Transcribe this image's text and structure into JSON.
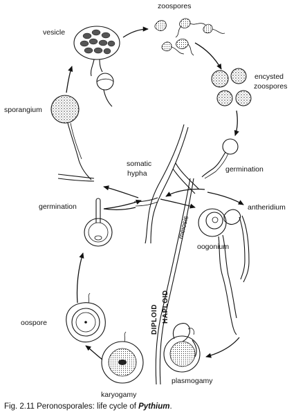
{
  "diagram": {
    "labels": {
      "zoospores": "zoospores",
      "vesicle": "vesicle",
      "encysted_line1": "encysted",
      "encysted_line2": "zoospores",
      "sporangium": "sporangium",
      "somatic_line1": "somatic",
      "somatic_line2": "hypha",
      "germination_right": "germination",
      "germination_left": "germination",
      "antheridium": "antheridium",
      "meiosis": "meiosis",
      "oogonium": "oogonium",
      "oospore": "oospore",
      "diploid": "DIPLOID",
      "haploid": "HAPLOID",
      "karyogamy": "karyogamy",
      "plasmogamy": "plasmogamy"
    },
    "caption": {
      "prefix": "Fig. 2.11 Peronosporales: life cycle of ",
      "genus": "Pythium",
      "suffix": "."
    }
  }
}
